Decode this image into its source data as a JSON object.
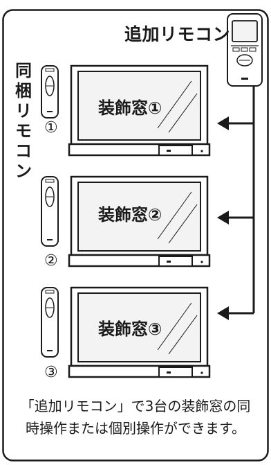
{
  "additional_remote_label": "追加リモコン",
  "bundled_remote_label": "同梱リモコン",
  "windows": [
    {
      "label": "装飾窓①",
      "remote_number": "①"
    },
    {
      "label": "装飾窓②",
      "remote_number": "②"
    },
    {
      "label": "装飾窓③",
      "remote_number": "③"
    }
  ],
  "caption": "「追加リモコン」で3台の装飾窓の同時操作または個別操作ができます。",
  "colors": {
    "line": "#1a1a1a",
    "background": "#ffffff",
    "screen": "#f3f3f3"
  }
}
